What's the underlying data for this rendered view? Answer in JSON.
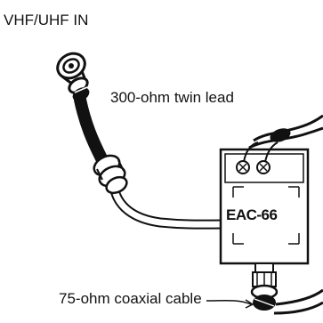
{
  "labels": {
    "input_title": "VHF/UHF IN",
    "twin_lead": "300-ohm twin lead",
    "coax_cable": "75-ohm coaxial cable",
    "adapter_model": "EAC-66"
  },
  "colors": {
    "ink": "#111111",
    "paper": "#ffffff"
  }
}
